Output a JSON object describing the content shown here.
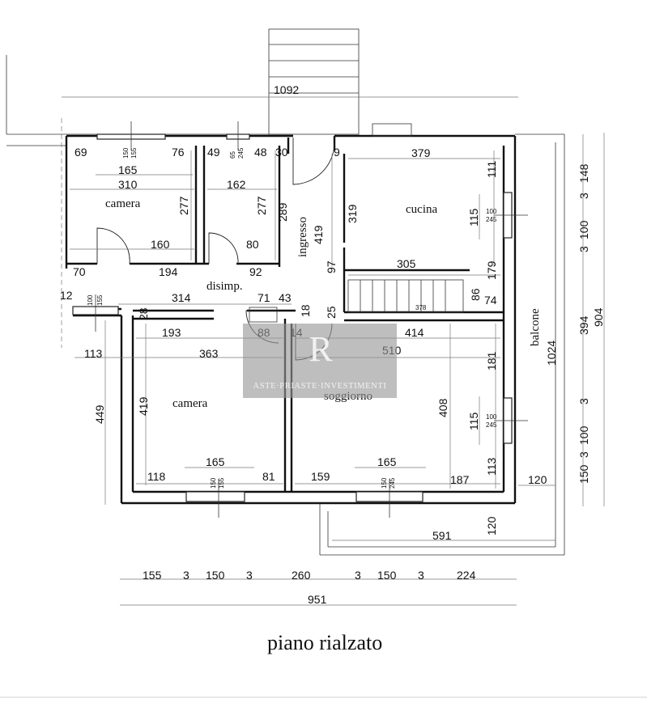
{
  "title": "piano rialzato",
  "rooms": {
    "camera_top": "camera",
    "camera_bottom": "camera",
    "cucina": "cucina",
    "soggiorno": "soggiorno",
    "ingresso": "ingresso",
    "disimpegno": "disimp.",
    "balcone": "balcone"
  },
  "dimensions": {
    "top_total": "1092",
    "bottom_total": "951",
    "right_total": "904",
    "balcone_length": "1024",
    "bottom_parts": [
      "155",
      "3",
      "150",
      "3",
      "260",
      "3",
      "150",
      "3",
      "224"
    ],
    "right_parts": [
      "148",
      "3",
      "100",
      "3",
      "394",
      "3",
      "100",
      "3",
      "150"
    ],
    "cam1": {
      "w1": "69",
      "w2": "76",
      "inner": "165",
      "width": "310",
      "height": "277",
      "door": "160",
      "bot1": "70",
      "bot2": "194"
    },
    "bath": {
      "w1": "49",
      "w2": "48",
      "width": "162",
      "height": "277",
      "door": "80",
      "bot": "92"
    },
    "ingresso": {
      "wall": "30",
      "height": "289",
      "width": "419",
      "nine": "9"
    },
    "cucina": {
      "width": "379",
      "right1": "111",
      "right2": "115",
      "right3": "179",
      "height": "319",
      "stair": "305",
      "left": "97",
      "stair_w": "378",
      "s1": "86",
      "s2": "74"
    },
    "disimp": {
      "d1": "12",
      "d2": "314",
      "d3": "71",
      "d4": "43",
      "d5": "18",
      "d6": "25",
      "d7": "28"
    },
    "cam2": {
      "w": "193",
      "d88": "88",
      "width": "363",
      "height": "419",
      "bot1": "118",
      "bot2": "81",
      "inner": "165",
      "left": "113",
      "ext": "449"
    },
    "soggiorno": {
      "d14": "14",
      "width": "414",
      "inner": "510",
      "r1": "181",
      "height": "408",
      "r2": "115",
      "r3": "113",
      "bot1": "159",
      "win": "165",
      "bot2": "187"
    },
    "balcone": {
      "w": "120",
      "h": "120",
      "len": "591"
    }
  },
  "windows": {
    "w1": [
      "150",
      "155"
    ],
    "w2": [
      "65",
      "245"
    ],
    "w3": [
      "100",
      "245"
    ],
    "w4": [
      "100",
      "155"
    ],
    "w5": [
      "100",
      "245"
    ],
    "w6": [
      "150",
      "155"
    ],
    "w7": [
      "150",
      "245"
    ]
  },
  "logo": {
    "mark": "R",
    "text": "ASTE·PRIASTE·INVESTIMENTI"
  }
}
